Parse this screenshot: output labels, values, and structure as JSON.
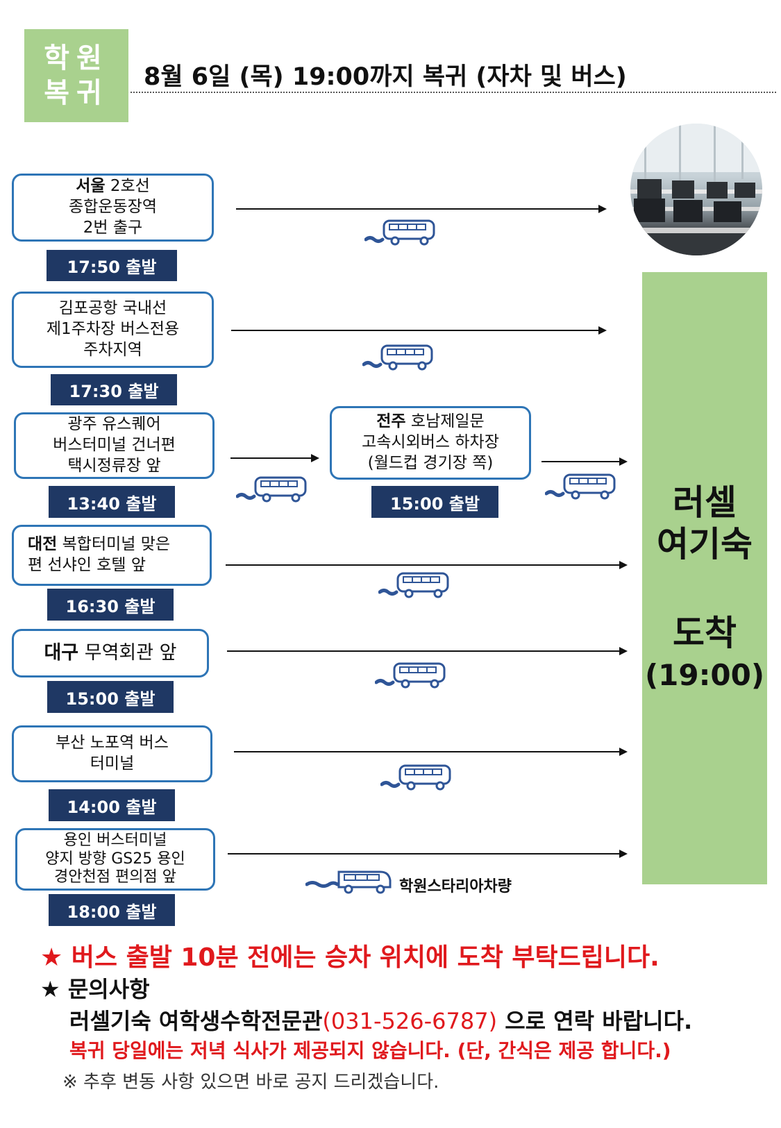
{
  "header": {
    "tag_line1": "학원",
    "tag_line2": "복귀",
    "title": "8월 6일 (목) 19:00까지 복귀 (자차 및 버스)"
  },
  "arrival": {
    "line1": "러셀",
    "line2": "여기숙",
    "line3": "도착",
    "line4": "(19:00)"
  },
  "routes": [
    {
      "lines": [
        "서울",
        " 2호선",
        "종합운동장역",
        "2번 출구"
      ],
      "departure": "17:50 출발"
    },
    {
      "lines": [
        "김포공항 국내선",
        "제1주차장 버스전용",
        "주차지역"
      ],
      "departure": "17:30 출발"
    },
    {
      "lines": [
        "광주 유스퀘어",
        "버스터미널 건너편",
        "택시정류장 앞"
      ],
      "departure": "13:40 출발"
    },
    {
      "lines": [
        "대전",
        " 복합터미널 맞은",
        "편 선샤인 호텔 앞"
      ],
      "departure": "16:30 출발"
    },
    {
      "lines": [
        "대구",
        " 무역회관 앞"
      ],
      "departure": "15:00 출발"
    },
    {
      "lines": [
        "부산 노포역 버스",
        "터미널"
      ],
      "departure": "14:00 출발"
    },
    {
      "lines": [
        "용인 버스터미널",
        "양지 방향 GS25 용인",
        "경안천점 편의점 앞"
      ],
      "departure": "18:00 출발"
    }
  ],
  "transfer": {
    "lines": [
      "전주",
      " 호남제일문",
      "고속시외버스 하차장",
      "(월드컵 경기장 쪽)"
    ],
    "departure": "15:00 출발"
  },
  "vehicle_label": "학원스타리아차량",
  "notes": {
    "warning": "★  버스 출발 10분 전에는 승차 위치에 도착 부탁드립니다.",
    "inquiry_title": "★  문의사항",
    "contact_pre": "러셀기숙 여학생수학전문관",
    "contact_phone": "(031-526-6787)",
    "contact_post": " 으로 연락 바랍니다.",
    "meal": "복귀 당일에는 저녁 식사가 제공되지 않습니다. (단, 간식은 제공 합니다.)",
    "footnote": "※ 추후 변동 사항 있으면 바로 공지 드리겠습니다."
  },
  "colors": {
    "green": "#a9d18e",
    "navy": "#1f3864",
    "border_blue": "#2e75b6",
    "bus_blue": "#2f5597",
    "red": "#e0191d"
  }
}
